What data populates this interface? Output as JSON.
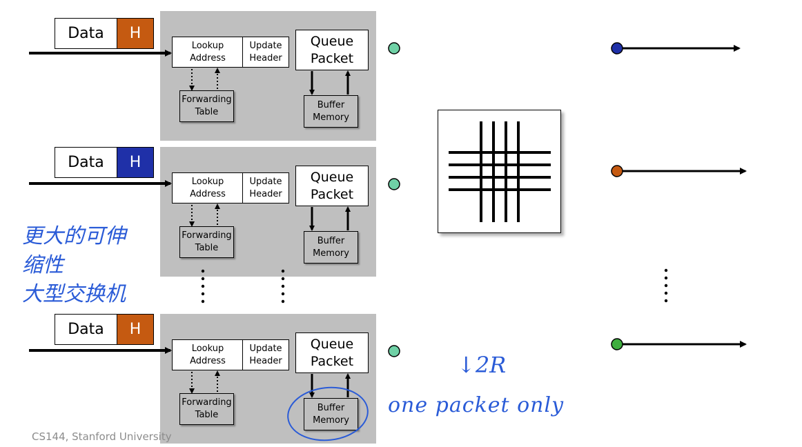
{
  "cards": [
    {
      "data_label": "Data",
      "header_label": "H",
      "header_color": "#c55a11",
      "lookup": "Lookup\nAddress",
      "update": "Update\nHeader",
      "forwarding": "Forwarding\nTable",
      "queue": "Queue\nPacket",
      "buffer": "Buffer\nMemory"
    },
    {
      "data_label": "Data",
      "header_label": "H",
      "header_color": "#1f30a8",
      "lookup": "Lookup\nAddress",
      "update": "Update\nHeader",
      "forwarding": "Forwarding\nTable",
      "queue": "Queue\nPacket",
      "buffer": "Buffer\nMemory"
    },
    {
      "data_label": "Data",
      "header_label": "H",
      "header_color": "#c55a11",
      "lookup": "Lookup\nAddress",
      "update": "Update\nHeader",
      "forwarding": "Forwarding\nTable",
      "queue": "Queue\nPacket",
      "buffer": "Buffer\nMemory"
    }
  ],
  "input_dot_color": "#6fd1a6",
  "output_dot_colors": [
    "#1f30a8",
    "#c55a11",
    "#3fae3f"
  ],
  "annotations": {
    "chinese_note": "更大的可伸\n缩性\n大型交换机",
    "rate_note": "↓2R",
    "packet_note": "one packet only",
    "ink_color": "#2a5bd7"
  },
  "footer": "CS144, Stanford University"
}
